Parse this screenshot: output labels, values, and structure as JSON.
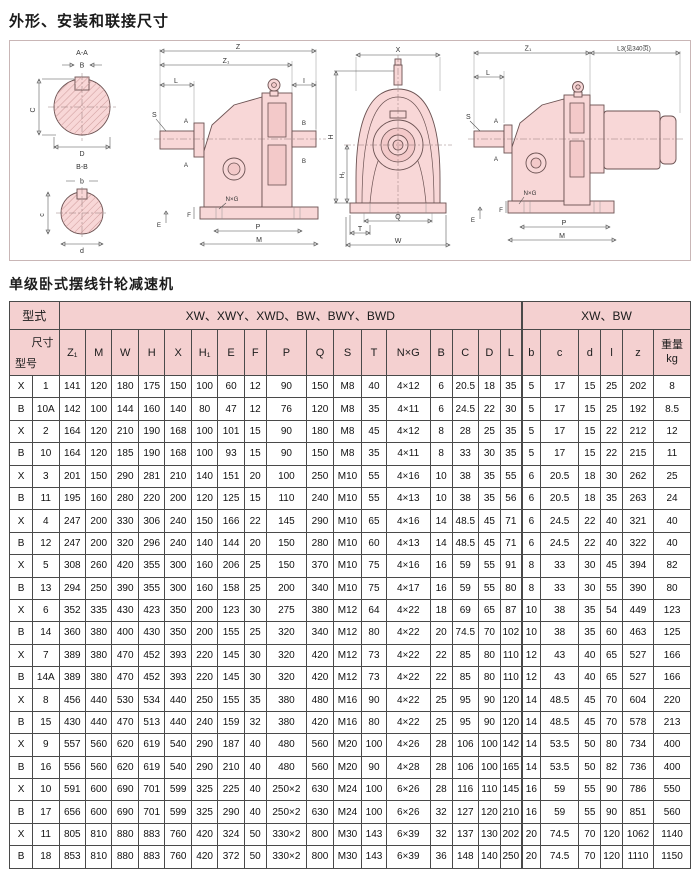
{
  "page": {
    "title": "外形、安装和联接尺寸",
    "subtitle": "单级卧式摆线针轮减速机"
  },
  "diagram": {
    "labels": {
      "section_aa": "A-A",
      "section_bb": "B-B",
      "dim_B": "B",
      "dim_C": "C",
      "dim_D": "D",
      "dim_b": "b",
      "dim_c": "c",
      "dim_d": "d",
      "dim_Z": "Z",
      "dim_Z1": "Z₁",
      "dim_L": "L",
      "dim_I": "I",
      "dim_A": "A",
      "dim_S": "S",
      "dim_NxG": "N×G",
      "dim_E": "E",
      "dim_F": "F",
      "dim_P": "P",
      "dim_M": "M",
      "dim_X": "X",
      "dim_H": "H",
      "dim_H1": "H₁",
      "dim_Q": "Q",
      "dim_T": "T",
      "dim_W": "W",
      "l3_note": "L3(见340页)"
    }
  },
  "table": {
    "type_label": "型式",
    "group1": "XW、XWY、XWD、BW、BWY、BWD",
    "group2": "XW、BW",
    "corner_top": "尺寸",
    "corner_bottom": "型号",
    "columns": [
      "Z₁",
      "M",
      "W",
      "H",
      "X",
      "H₁",
      "E",
      "F",
      "P",
      "Q",
      "S",
      "T",
      "N×G",
      "B",
      "C",
      "D",
      "L",
      "b",
      "c",
      "d",
      "l",
      "z",
      "重量\nkg"
    ],
    "rows": [
      [
        "X",
        "1",
        "141",
        "120",
        "180",
        "175",
        "150",
        "100",
        "60",
        "12",
        "90",
        "150",
        "M8",
        "40",
        "4×12",
        "6",
        "20.5",
        "18",
        "35",
        "5",
        "17",
        "15",
        "25",
        "202",
        "8"
      ],
      [
        "B",
        "10A",
        "142",
        "100",
        "144",
        "160",
        "140",
        "80",
        "47",
        "12",
        "76",
        "120",
        "M8",
        "35",
        "4×11",
        "6",
        "24.5",
        "22",
        "30",
        "5",
        "17",
        "15",
        "25",
        "192",
        "8.5"
      ],
      [
        "X",
        "2",
        "164",
        "120",
        "210",
        "190",
        "168",
        "100",
        "101",
        "15",
        "90",
        "180",
        "M8",
        "45",
        "4×12",
        "8",
        "28",
        "25",
        "35",
        "5",
        "17",
        "15",
        "22",
        "212",
        "12"
      ],
      [
        "B",
        "10",
        "164",
        "120",
        "185",
        "190",
        "168",
        "100",
        "93",
        "15",
        "90",
        "150",
        "M8",
        "35",
        "4×11",
        "8",
        "33",
        "30",
        "35",
        "5",
        "17",
        "15",
        "22",
        "215",
        "11"
      ],
      [
        "X",
        "3",
        "201",
        "150",
        "290",
        "281",
        "210",
        "140",
        "151",
        "20",
        "100",
        "250",
        "M10",
        "55",
        "4×16",
        "10",
        "38",
        "35",
        "55",
        "6",
        "20.5",
        "18",
        "30",
        "262",
        "25"
      ],
      [
        "B",
        "11",
        "195",
        "160",
        "280",
        "220",
        "200",
        "120",
        "125",
        "15",
        "110",
        "240",
        "M10",
        "55",
        "4×13",
        "10",
        "38",
        "35",
        "56",
        "6",
        "20.5",
        "18",
        "35",
        "263",
        "24"
      ],
      [
        "X",
        "4",
        "247",
        "200",
        "330",
        "306",
        "240",
        "150",
        "166",
        "22",
        "145",
        "290",
        "M10",
        "65",
        "4×16",
        "14",
        "48.5",
        "45",
        "71",
        "6",
        "24.5",
        "22",
        "40",
        "321",
        "40"
      ],
      [
        "B",
        "12",
        "247",
        "200",
        "320",
        "296",
        "240",
        "140",
        "144",
        "20",
        "150",
        "280",
        "M10",
        "60",
        "4×13",
        "14",
        "48.5",
        "45",
        "71",
        "6",
        "24.5",
        "22",
        "40",
        "322",
        "40"
      ],
      [
        "X",
        "5",
        "308",
        "260",
        "420",
        "355",
        "300",
        "160",
        "206",
        "25",
        "150",
        "370",
        "M10",
        "75",
        "4×16",
        "16",
        "59",
        "55",
        "91",
        "8",
        "33",
        "30",
        "45",
        "394",
        "82"
      ],
      [
        "B",
        "13",
        "294",
        "250",
        "390",
        "355",
        "300",
        "160",
        "158",
        "25",
        "200",
        "340",
        "M10",
        "75",
        "4×17",
        "16",
        "59",
        "55",
        "80",
        "8",
        "33",
        "30",
        "55",
        "390",
        "80"
      ],
      [
        "X",
        "6",
        "352",
        "335",
        "430",
        "423",
        "350",
        "200",
        "123",
        "30",
        "275",
        "380",
        "M12",
        "64",
        "4×22",
        "18",
        "69",
        "65",
        "87",
        "10",
        "38",
        "35",
        "54",
        "449",
        "123"
      ],
      [
        "B",
        "14",
        "360",
        "380",
        "400",
        "430",
        "350",
        "200",
        "155",
        "25",
        "320",
        "340",
        "M12",
        "80",
        "4×22",
        "20",
        "74.5",
        "70",
        "102",
        "10",
        "38",
        "35",
        "60",
        "463",
        "125"
      ],
      [
        "X",
        "7",
        "389",
        "380",
        "470",
        "452",
        "393",
        "220",
        "145",
        "30",
        "320",
        "420",
        "M12",
        "73",
        "4×22",
        "22",
        "85",
        "80",
        "110",
        "12",
        "43",
        "40",
        "65",
        "527",
        "166"
      ],
      [
        "B",
        "14A",
        "389",
        "380",
        "470",
        "452",
        "393",
        "220",
        "145",
        "30",
        "320",
        "420",
        "M12",
        "73",
        "4×22",
        "22",
        "85",
        "80",
        "110",
        "12",
        "43",
        "40",
        "65",
        "527",
        "166"
      ],
      [
        "X",
        "8",
        "456",
        "440",
        "530",
        "534",
        "440",
        "250",
        "155",
        "35",
        "380",
        "480",
        "M16",
        "90",
        "4×22",
        "25",
        "95",
        "90",
        "120",
        "14",
        "48.5",
        "45",
        "70",
        "604",
        "220"
      ],
      [
        "B",
        "15",
        "430",
        "440",
        "470",
        "513",
        "440",
        "240",
        "159",
        "32",
        "380",
        "420",
        "M16",
        "80",
        "4×22",
        "25",
        "95",
        "90",
        "120",
        "14",
        "48.5",
        "45",
        "70",
        "578",
        "213"
      ],
      [
        "X",
        "9",
        "557",
        "560",
        "620",
        "619",
        "540",
        "290",
        "187",
        "40",
        "480",
        "560",
        "M20",
        "100",
        "4×26",
        "28",
        "106",
        "100",
        "142",
        "14",
        "53.5",
        "50",
        "80",
        "734",
        "400"
      ],
      [
        "B",
        "16",
        "556",
        "560",
        "620",
        "619",
        "540",
        "290",
        "210",
        "40",
        "480",
        "560",
        "M20",
        "90",
        "4×28",
        "28",
        "106",
        "100",
        "165",
        "14",
        "53.5",
        "50",
        "82",
        "736",
        "400"
      ],
      [
        "X",
        "10",
        "591",
        "600",
        "690",
        "701",
        "599",
        "325",
        "225",
        "40",
        "250×2",
        "630",
        "M24",
        "100",
        "6×26",
        "28",
        "116",
        "110",
        "145",
        "16",
        "59",
        "55",
        "90",
        "786",
        "550"
      ],
      [
        "B",
        "17",
        "656",
        "600",
        "690",
        "701",
        "599",
        "325",
        "290",
        "40",
        "250×2",
        "630",
        "M24",
        "100",
        "6×26",
        "32",
        "127",
        "120",
        "210",
        "16",
        "59",
        "55",
        "90",
        "851",
        "560"
      ],
      [
        "X",
        "11",
        "805",
        "810",
        "880",
        "883",
        "760",
        "420",
        "324",
        "50",
        "330×2",
        "800",
        "M30",
        "143",
        "6×39",
        "32",
        "137",
        "130",
        "202",
        "20",
        "74.5",
        "70",
        "120",
        "1062",
        "1140"
      ],
      [
        "B",
        "18",
        "853",
        "810",
        "880",
        "883",
        "760",
        "420",
        "372",
        "50",
        "330×2",
        "800",
        "M30",
        "143",
        "6×39",
        "36",
        "148",
        "140",
        "250",
        "20",
        "74.5",
        "70",
        "120",
        "1110",
        "1150"
      ]
    ]
  }
}
